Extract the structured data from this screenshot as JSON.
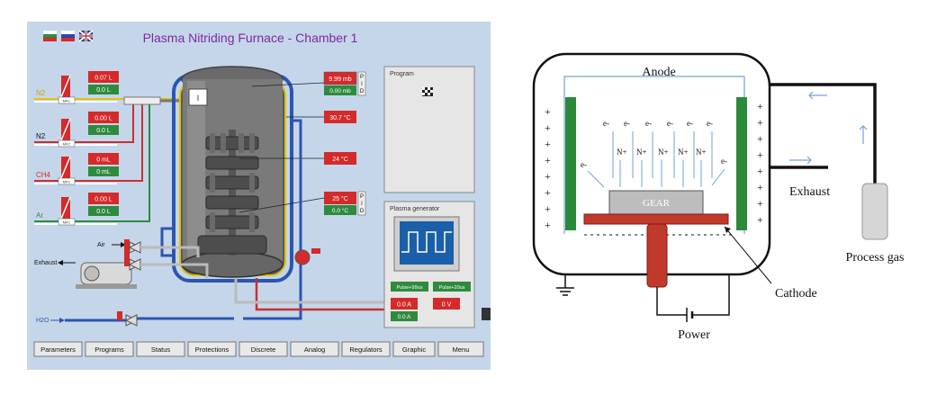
{
  "hmi": {
    "title": "Plasma Nitriding Furnace - Chamber 1",
    "flags": [
      "bulgarian-flag",
      "russian-flag",
      "uk-flag"
    ],
    "chamber_badge": "I",
    "gas_lines": [
      {
        "name": "N2",
        "setpoint": "0.07 L",
        "actual": "0.0 L",
        "mfc": "MFC"
      },
      {
        "name": "N2",
        "setpoint": "0.00 L",
        "actual": "0.0 L",
        "mfc": "MFC"
      },
      {
        "name": "CH4",
        "setpoint": "0 mL",
        "actual": "0 mL",
        "mfc": "MFC"
      },
      {
        "name": "Ar",
        "setpoint": "0.00 L",
        "actual": "0.0 L",
        "mfc": "MFC"
      }
    ],
    "pressure": {
      "value": "9.99 mb",
      "setpoint": "0.00 mb"
    },
    "temp_wall": "30.7 °C",
    "temp_mid": "24 °C",
    "temp_low": {
      "value": "25 °C",
      "setpoint": "0.0 °C"
    },
    "pid_letters": [
      "P",
      "I",
      "D"
    ],
    "air_label": "Air",
    "exhaust_label": "Exhaust",
    "h2o_label": "H2O",
    "program_title": "Program",
    "plasma_title": "Plasma generator",
    "plasma_buttons": [
      "Pulse+99us",
      "Pulse+20us"
    ],
    "current_readout": "0.0 A",
    "current_set": "0.0 A",
    "voltage_readout": "0 V",
    "menu": [
      "Parameters",
      "Programs",
      "Status",
      "Protections",
      "Discrete",
      "Analog",
      "Regulators",
      "Graphic",
      "Menu"
    ]
  },
  "schematic": {
    "anode": "Anode",
    "gear": "GEAR",
    "exhaust": "Exhaust",
    "process_gas": "Process gas",
    "cathode": "Cathode",
    "power": "Power",
    "electron": "e-",
    "ion": "N+",
    "plus": "+"
  }
}
